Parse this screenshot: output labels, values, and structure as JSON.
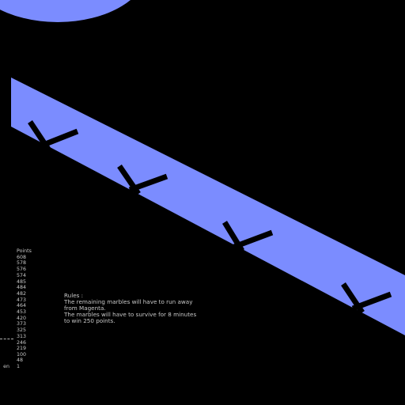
{
  "colors": {
    "background": "#000000",
    "track": "#7b8cff",
    "obstacle": "#000000",
    "text": "#c8c8c8"
  },
  "scoreboard": {
    "header": "Points",
    "scores": [
      "608",
      "578",
      "576",
      "574",
      "485",
      "484",
      "482",
      "473",
      "464",
      "453",
      "420",
      "373",
      "325",
      "313",
      "246"
    ],
    "separator": "------",
    "lower_scores": [
      "219",
      "100",
      "48",
      "1"
    ],
    "lower_names": [
      "",
      "",
      "",
      "en"
    ]
  },
  "rules": {
    "title": "Rules :",
    "lines": [
      "The remaining marbles will have to run away",
      "from Magenta.",
      "The marbles will have to survive for 8 minutes",
      "to win 250 points."
    ]
  }
}
